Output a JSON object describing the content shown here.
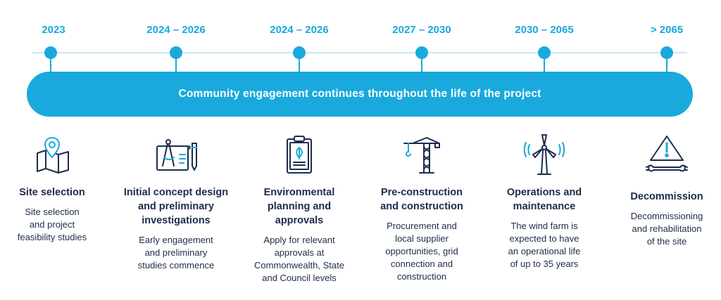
{
  "colors": {
    "accent": "#19a9dc",
    "text": "#1c2c4c",
    "line": "#c9e6f3"
  },
  "timeline": {
    "years": [
      "2023",
      "2024 – 2026",
      "2024 – 2026",
      "2027 – 2030",
      "2030 – 2065",
      "> 2065"
    ]
  },
  "banner": {
    "text": "Community engagement continues throughout the life of the project"
  },
  "stages": [
    {
      "icon": "map-pin-icon",
      "title": "Site selection",
      "description": "Site selection\nand project\nfeasibility studies"
    },
    {
      "icon": "drafting-tools-icon",
      "title": "Initial concept design\nand preliminary\ninvestigations",
      "description": "Early engagement\nand preliminary\nstudies commence"
    },
    {
      "icon": "clipboard-leaf-icon",
      "title": "Environmental\nplanning and\napprovals",
      "description": "Apply for relevant\napprovals at\nCommonwealth, State\nand Council levels"
    },
    {
      "icon": "crane-icon",
      "title": "Pre-construction\nand construction",
      "description": "Procurement and\nlocal supplier\nopportunities, grid\nconnection and\nconstruction"
    },
    {
      "icon": "wind-turbine-icon",
      "title": "Operations and\nmaintenance",
      "description": "The wind farm is\nexpected to have\nan operational life\nof up to 35 years"
    },
    {
      "icon": "warning-wrench-icon",
      "title": "Decommission",
      "description": "Decommissioning\nand rehabilitation\nof the site"
    }
  ]
}
